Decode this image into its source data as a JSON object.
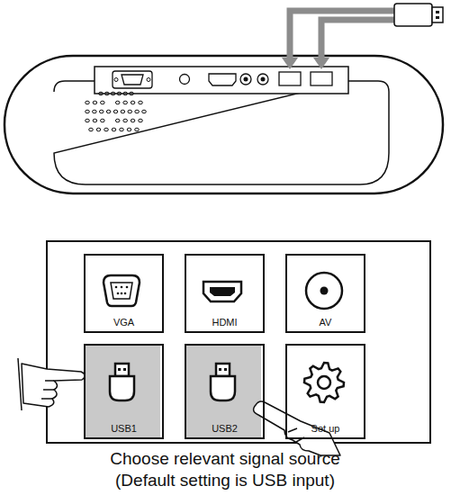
{
  "diagram": {
    "caption": "Choose relevant signal source (Default setting is USB input)",
    "nodes": [
      {
        "text": [
          "VGA"
        ]
      },
      {
        "text": [
          "HDMI"
        ]
      },
      {
        "text": [
          "AV"
        ]
      },
      {
        "text": [
          "USB1"
        ]
      },
      {
        "text": [
          "USB2"
        ]
      },
      {
        "text": [
          "Set up"
        ]
      }
    ]
  }
}
